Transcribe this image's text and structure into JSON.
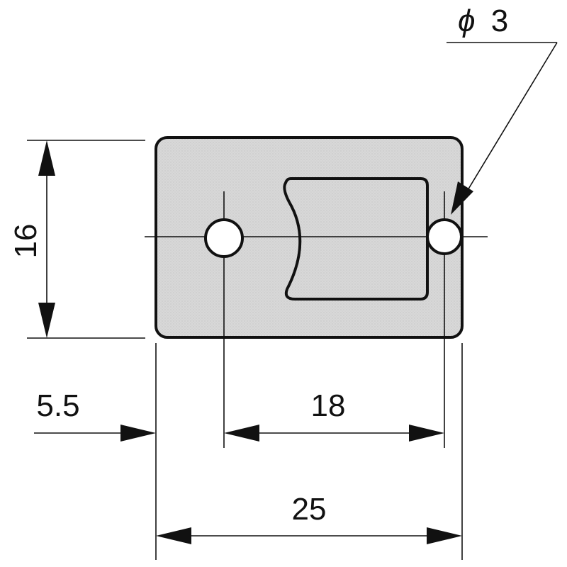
{
  "diagram": {
    "plate_fill": "#d9d9d9",
    "line_color": "#111111",
    "labels": {
      "height": "16",
      "hole_offset": "5.5",
      "hole_spacing": "18",
      "width": "25",
      "hole_diameter_symbol": "ϕ",
      "hole_diameter_value": "3"
    }
  }
}
